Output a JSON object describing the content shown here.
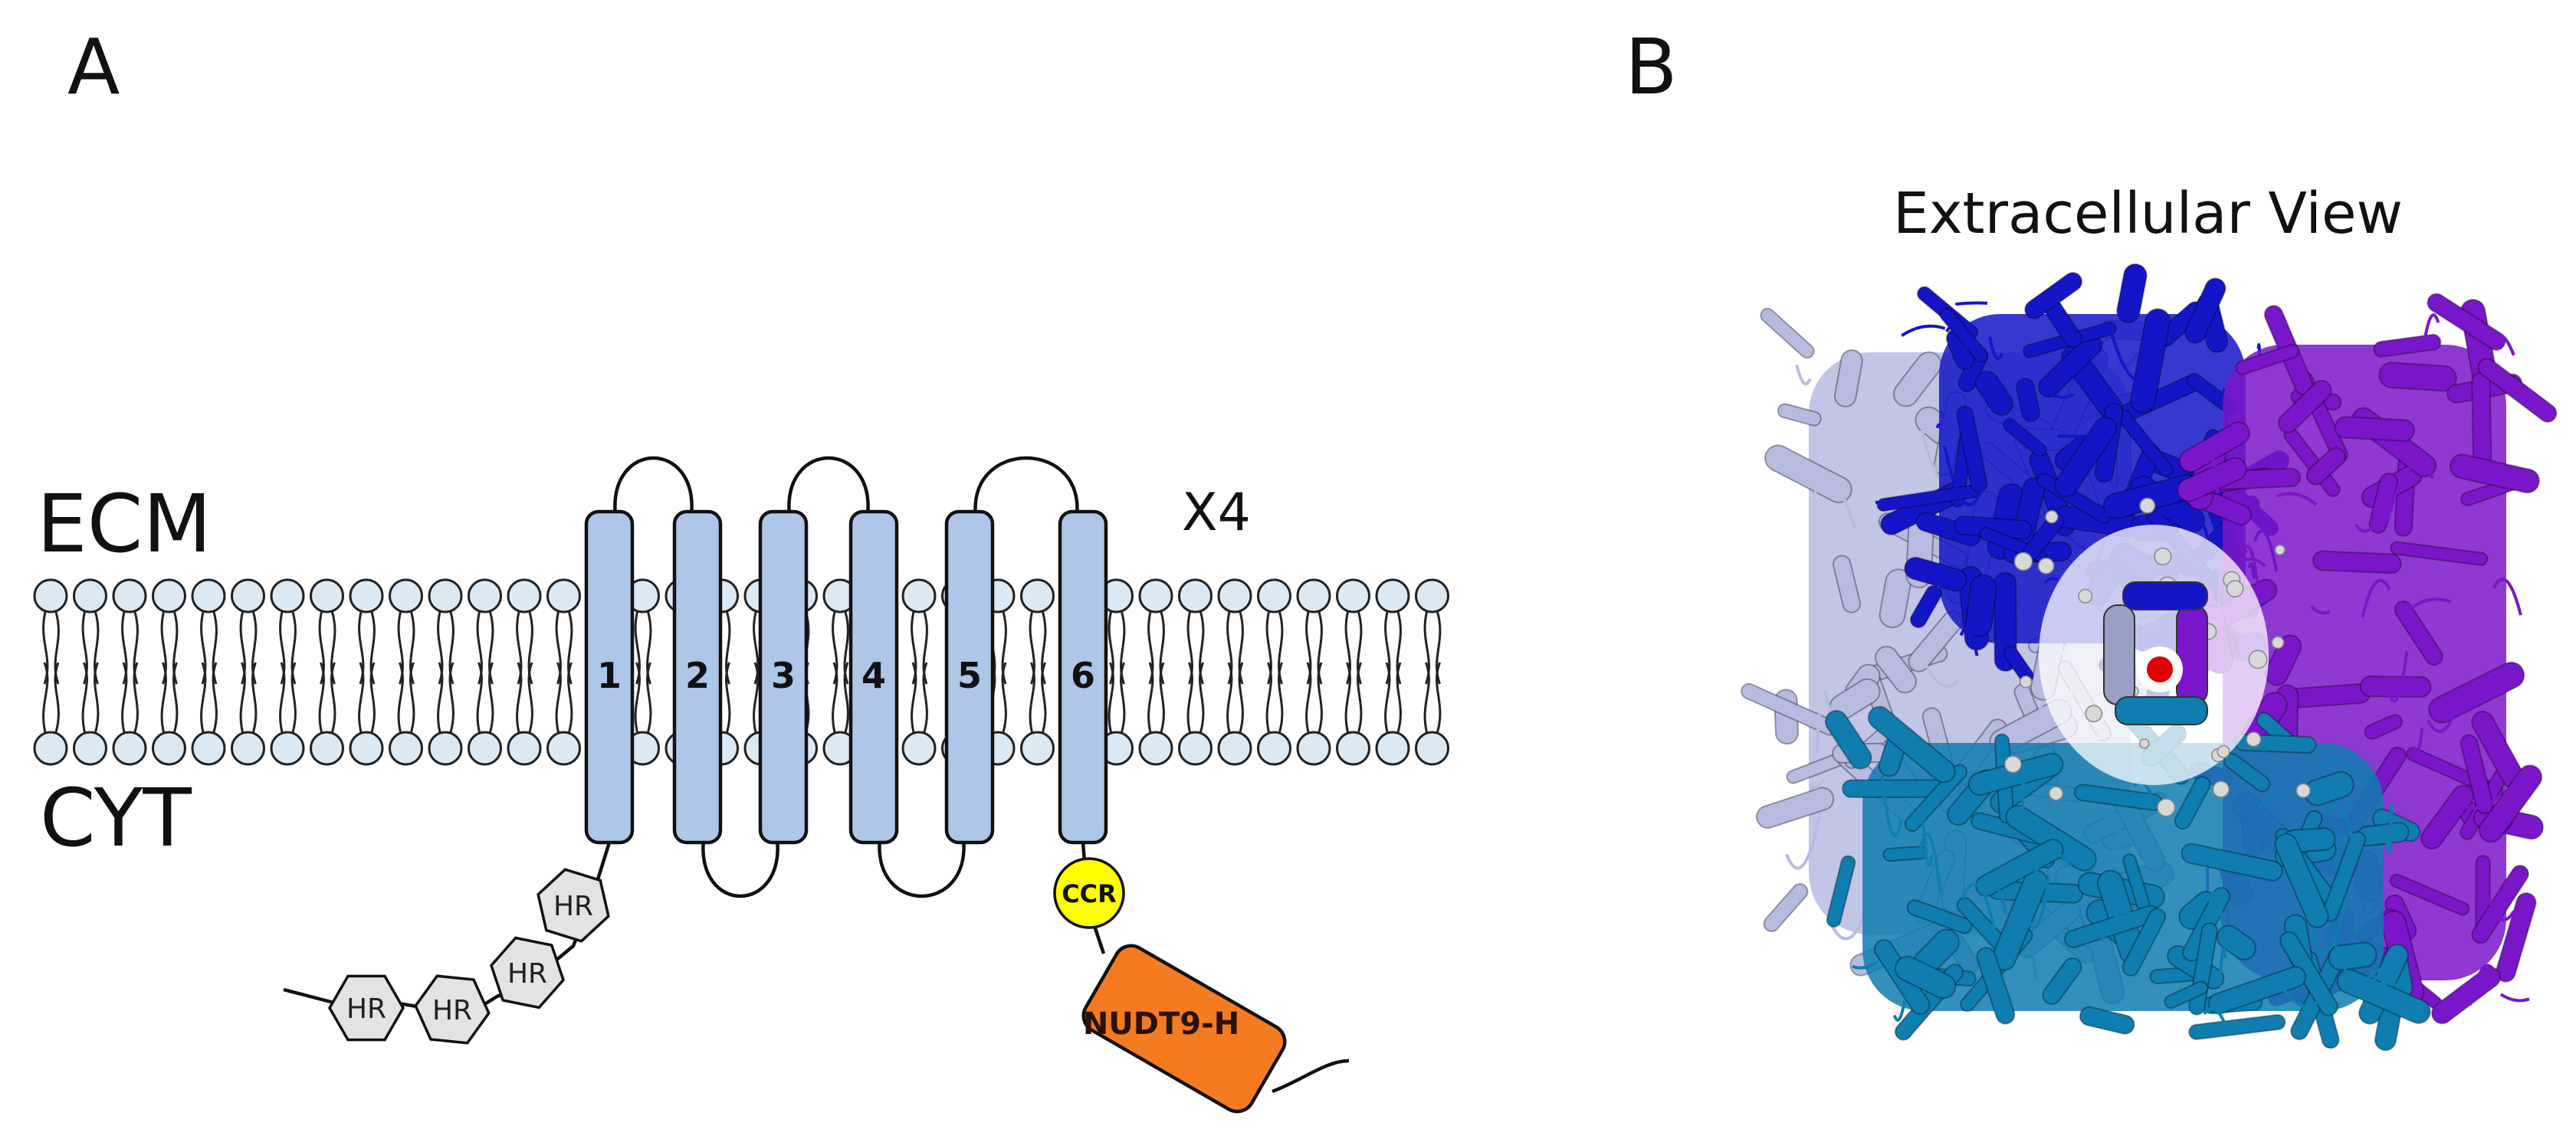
{
  "panels": {
    "a_label": "A",
    "b_label": "B"
  },
  "membrane": {
    "ecm_label": "ECM",
    "cyt_label": "CYT",
    "tetramer_label": "X4"
  },
  "helices": [
    "1",
    "2",
    "3",
    "4",
    "5",
    "6"
  ],
  "domains": {
    "hr_label": "HR",
    "ccr_label": "CCR",
    "nudt9_label": "NUDT9-H"
  },
  "structure_view": {
    "title": "Extracellular View"
  },
  "colors": {
    "lipid_head": "#dbe9f5",
    "helix_fill": "#aec6e8",
    "hr_fill": "#e3e3e3",
    "ccr_fill": "#ffff00",
    "nudt9_fill": "#f47b20",
    "subunit_lavender": "#b7bbe0",
    "subunit_blue": "#1515c8",
    "subunit_purple": "#7a16c9",
    "subunit_teal": "#0f7db0",
    "center_ion": "#e00000"
  }
}
